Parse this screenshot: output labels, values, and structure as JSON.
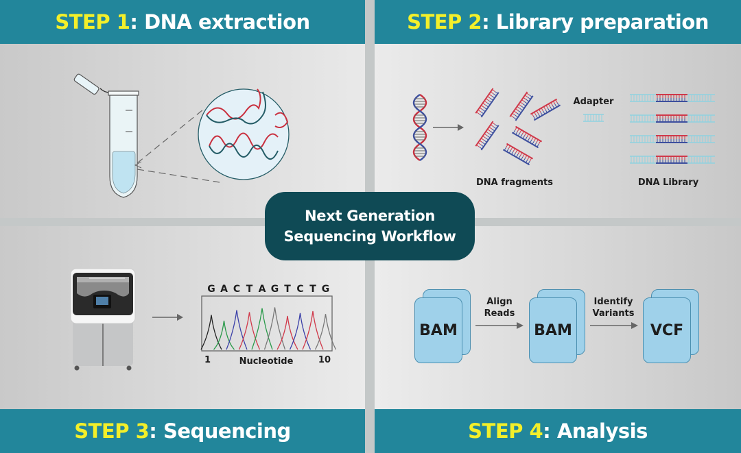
{
  "title": {
    "line1": "Next Generation",
    "line2": "Sequencing Workflow"
  },
  "colors": {
    "banner_bg": "#22869b",
    "step_highlight": "#f3ef2a",
    "center_badge_bg": "#0f4a55",
    "file_box": "#9fd1ea",
    "dna_red": "#d0394a",
    "dna_blue": "#3d4f9e",
    "adapter": "#8fd2e0"
  },
  "steps": [
    {
      "prefix": "STEP 1",
      "colon": ":",
      "name": " DNA extraction"
    },
    {
      "prefix": "STEP 2",
      "colon": ":",
      "name": " Library preparation"
    },
    {
      "prefix": "STEP 3",
      "colon": ":",
      "name": " Sequencing"
    },
    {
      "prefix": "STEP 4",
      "colon": ":",
      "name": " Analysis"
    }
  ],
  "step2": {
    "adapter_label": "Adapter",
    "fragments_label": "DNA fragments",
    "library_label": "DNA Library"
  },
  "step3": {
    "bases": [
      "G",
      "A",
      "C",
      "T",
      "A",
      "G",
      "T",
      "C",
      "T",
      "G"
    ],
    "axis_start": "1",
    "axis_end": "10",
    "axis_label": "Nucleotide"
  },
  "step4": {
    "files": [
      "BAM",
      "BAM",
      "VCF"
    ],
    "arrows": [
      {
        "line1": "Align",
        "line2": "Reads"
      },
      {
        "line1": "Identify",
        "line2": "Variants"
      }
    ]
  }
}
